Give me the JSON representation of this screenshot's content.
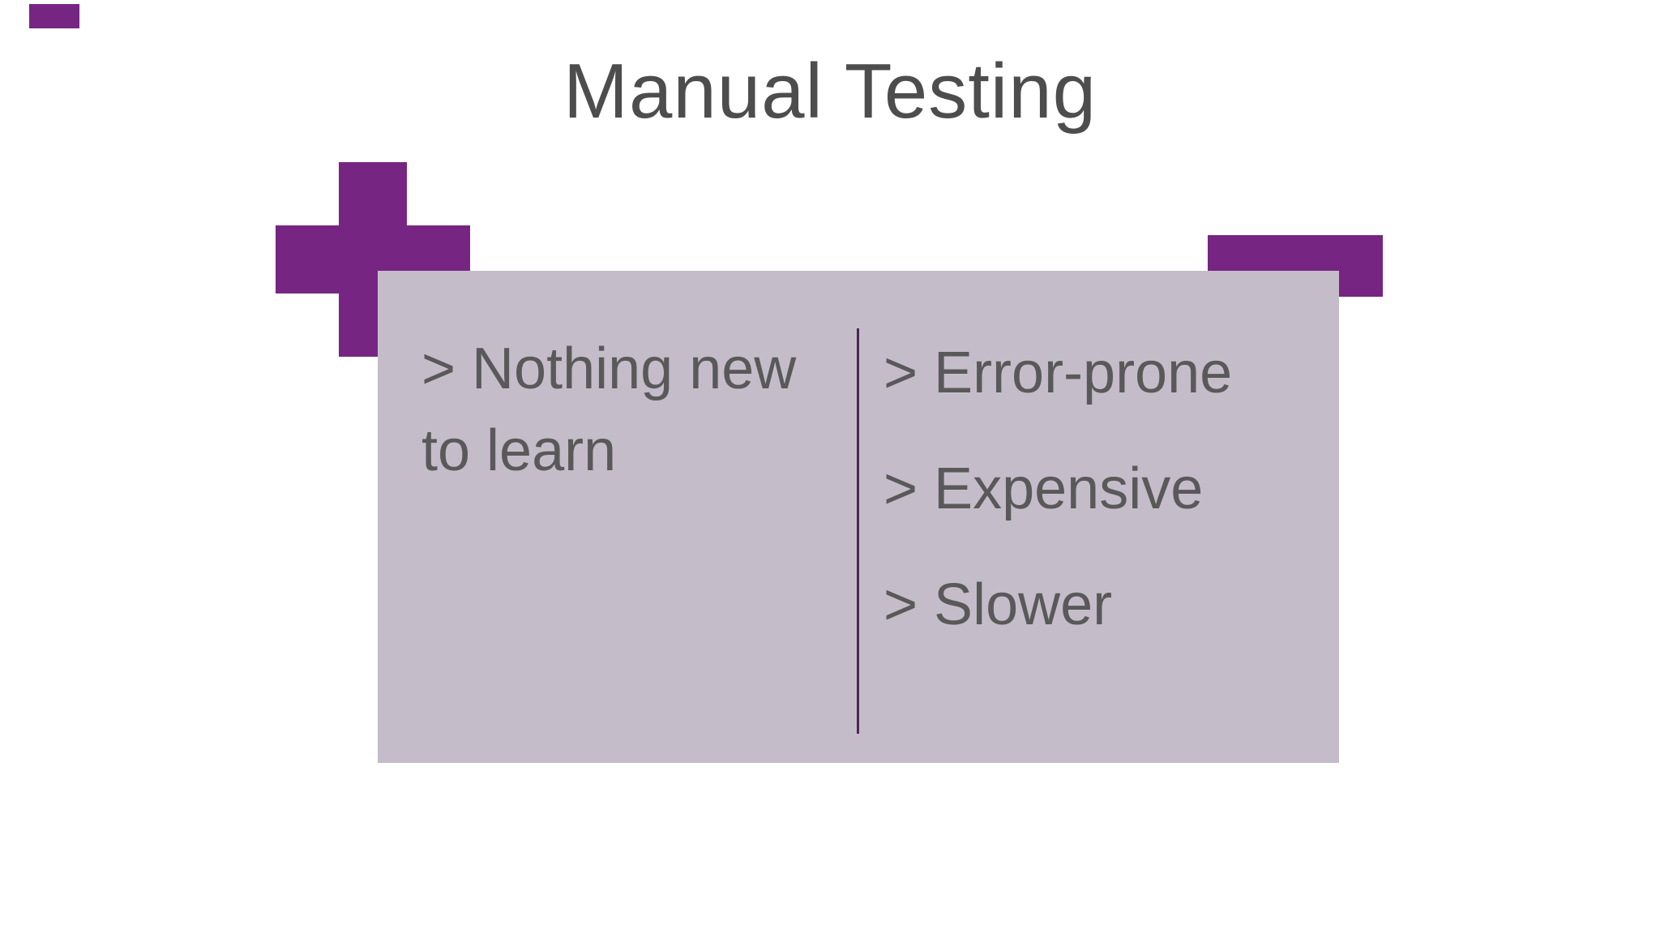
{
  "slide": {
    "title": "Manual Testing",
    "pros": {
      "symbol": "plus-icon",
      "items": [
        "> Nothing new to learn"
      ]
    },
    "cons": {
      "symbol": "minus-icon",
      "items": [
        "> Error-prone",
        "> Expensive",
        "> Slower"
      ]
    },
    "colors": {
      "accent_purple": "#772583",
      "panel": "#C5BCC9",
      "text": "#595959",
      "title": "#4D4D4D",
      "divider": "#4D2653"
    }
  }
}
